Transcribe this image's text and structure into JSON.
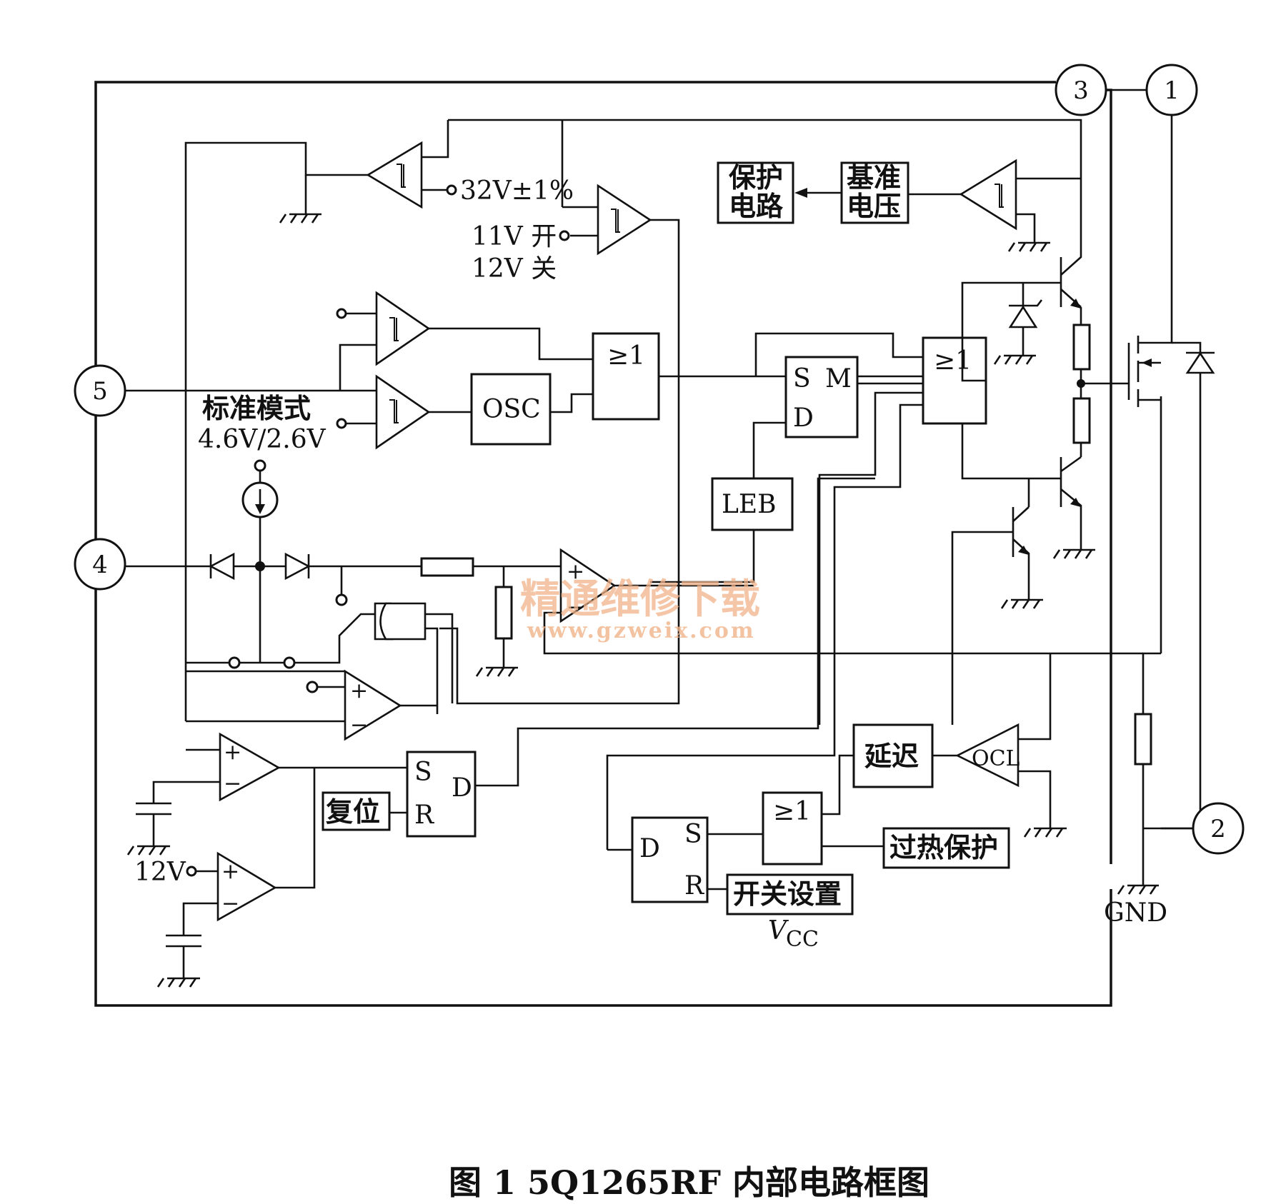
{
  "caption": "图 1    5Q1265RF 内部电路框图",
  "pins": {
    "p1": "1",
    "p2": "2",
    "p3": "3",
    "p4": "4",
    "p5": "5"
  },
  "blocks": {
    "protect": [
      "保护",
      "电路"
    ],
    "vref": [
      "基准",
      "电压"
    ],
    "osc": "OSC",
    "leb": "LEB",
    "delay": "延迟",
    "ocl": "OCL",
    "reset": "复位",
    "overheat": "过热保护",
    "switch_set": "开关设置",
    "or_gate": "≥1"
  },
  "flipflops": {
    "s": "S",
    "r": "R",
    "d": "D",
    "m": "M"
  },
  "labels": {
    "v32": "32V±1%",
    "v11_on": "11V 开",
    "v12_off": "12V 关",
    "std_mode": "标准模式",
    "std_volt": "4.6V/2.6V",
    "v12": "12V",
    "gnd": "GND",
    "vcc_main": "V",
    "vcc_sub": "CC",
    "plus": "+",
    "minus": "−"
  },
  "watermark": {
    "cn": "精通维修下载",
    "url": "www.gzweix.com"
  },
  "colors": {
    "ink": "#111111",
    "watermark": "#f1b48a",
    "paper": "#ffffff"
  }
}
